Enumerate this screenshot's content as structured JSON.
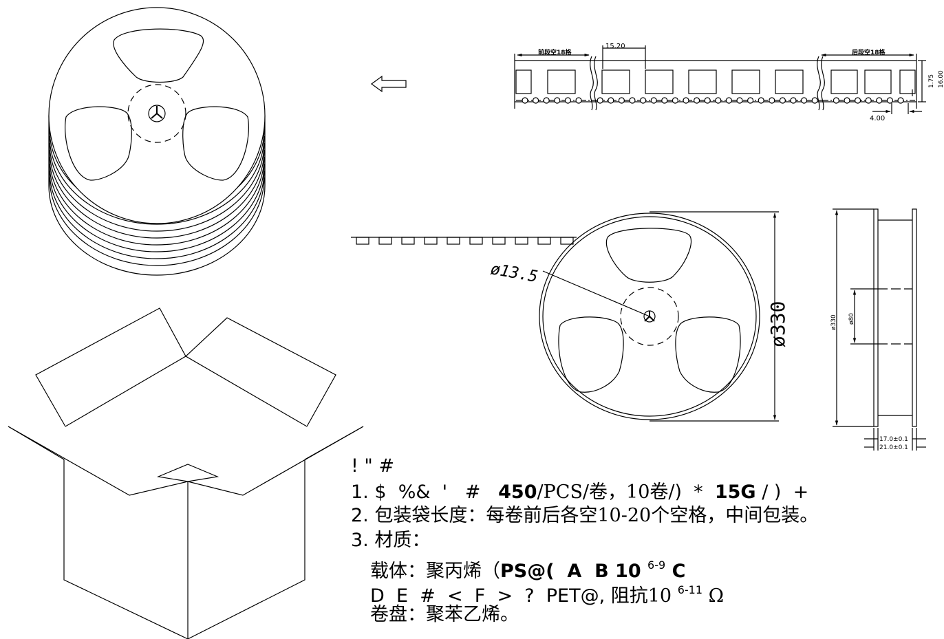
{
  "drawing": {
    "tape": {
      "front_blank_label": "前段空18格",
      "rear_blank_label": "后段空18格",
      "pocket_pitch": "15.20",
      "hole_offset": "1.75",
      "tape_width": "16.00",
      "hole_pitch": "4.00"
    },
    "reel_front": {
      "hub_diameter": "ø13.5",
      "reel_diameter": "ø330"
    },
    "reel_side": {
      "outer_diameter": "ø330",
      "hub_diameter": "ø80",
      "inner_width": "17.0±0.1",
      "outer_width": "21.0±0.1"
    }
  },
  "notes": {
    "heading": "!  \"  #",
    "item1": {
      "num": "1.",
      "lead": "$  %&  '   #  ",
      "qty": "450",
      "unit": "/PCS/卷，10卷/",
      "mid": ")  *  ",
      "weight": "15G",
      "tail": " / )  +"
    },
    "item2": {
      "num": "2.",
      "text": "包装袋长度：每卷前后各空10-20个空格，中间包装。"
    },
    "item3": {
      "num": "3.",
      "text": "材质："
    },
    "item4": {
      "lead": "载体：聚丙烯（",
      "ps": "PS@(  A  B 10 ",
      "exp": "6-9",
      "tail": " C"
    },
    "item5": {
      "lead": "D  E  #  <  F  >  ?  PET@,",
      "mid": " 阻抗10 ",
      "exp": "6-11",
      "tail": " Ω"
    },
    "item6": {
      "text": "卷盘：聚苯乙烯。"
    }
  }
}
